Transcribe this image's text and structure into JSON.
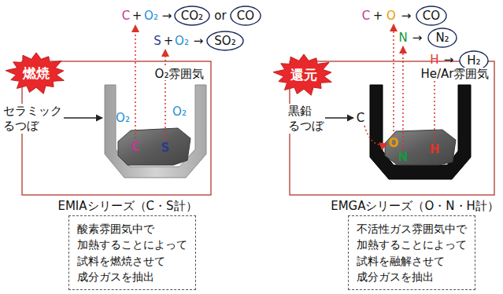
{
  "diagram": {
    "nodes": [
      {
        "text": [
          "燃焼"
        ]
      },
      {
        "text": [
          "CO₂"
        ]
      },
      {
        "text": [
          "CO"
        ]
      },
      {
        "text": [
          "SO₂"
        ]
      },
      {
        "text": [
          "酸素雰囲気中で 加熱することによって 試料を燃焼させて 成分ガスを抽出"
        ]
      },
      {
        "text": [
          "還元"
        ]
      },
      {
        "text": [
          "CO"
        ]
      },
      {
        "text": [
          "N₂"
        ]
      },
      {
        "text": [
          "H₂"
        ]
      },
      {
        "text": [
          "不活性ガス雰囲気中で 加熱することによって 試料を融解させて 成分ガスを抽出"
        ]
      }
    ],
    "labels": [
      "C",
      "+",
      "O₂",
      "→",
      "or",
      "S",
      "+",
      "O₂",
      "→",
      "O₂雰囲気",
      "O₂",
      "O₂",
      "C",
      "S",
      "セラミック るつぼ",
      "EMIAシリーズ（C・S計）",
      "C",
      "+",
      "O",
      "→",
      "N",
      "→",
      "H",
      "→",
      "He/Ar雰囲気",
      "黒鉛 るつぼ",
      "C",
      "O",
      "N",
      "H",
      "EMGAシリーズ（O・N・H計）"
    ]
  }
}
